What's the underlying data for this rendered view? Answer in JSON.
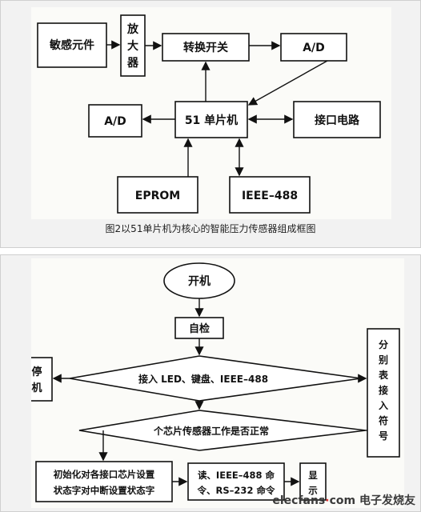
{
  "fig1": {
    "caption": "图2以51单片机为核心的智能压力传感器组成框图",
    "sensor": "敏感元件",
    "amp": [
      "放",
      "大",
      "器"
    ],
    "switch": "转换开关",
    "ad_right": "A/D",
    "ad_left": "A/D",
    "mcu": "51 单片机",
    "interface": "接口电路",
    "eprom": "EPROM",
    "ieee": "IEEE–488"
  },
  "fig2": {
    "start": "开机",
    "selfcheck": "自检",
    "stop": [
      "停",
      "机"
    ],
    "connect": "接入 LED、键盘、IEEE–488",
    "side": [
      "分",
      "别",
      "表",
      "接",
      "入",
      "符",
      "号"
    ],
    "sensor_check": "个芯片传感器工作是否正常",
    "init": [
      "初始化对各接口芯片设置",
      "状态字对中断设置状态字"
    ],
    "read": [
      "读、IEEE–488 命",
      "令、RS–232 命令"
    ],
    "display": [
      "显",
      "示"
    ]
  },
  "watermark": {
    "site": "elecfans",
    "dot": "·",
    "tld": "com",
    "cn": "电子发烧友"
  }
}
